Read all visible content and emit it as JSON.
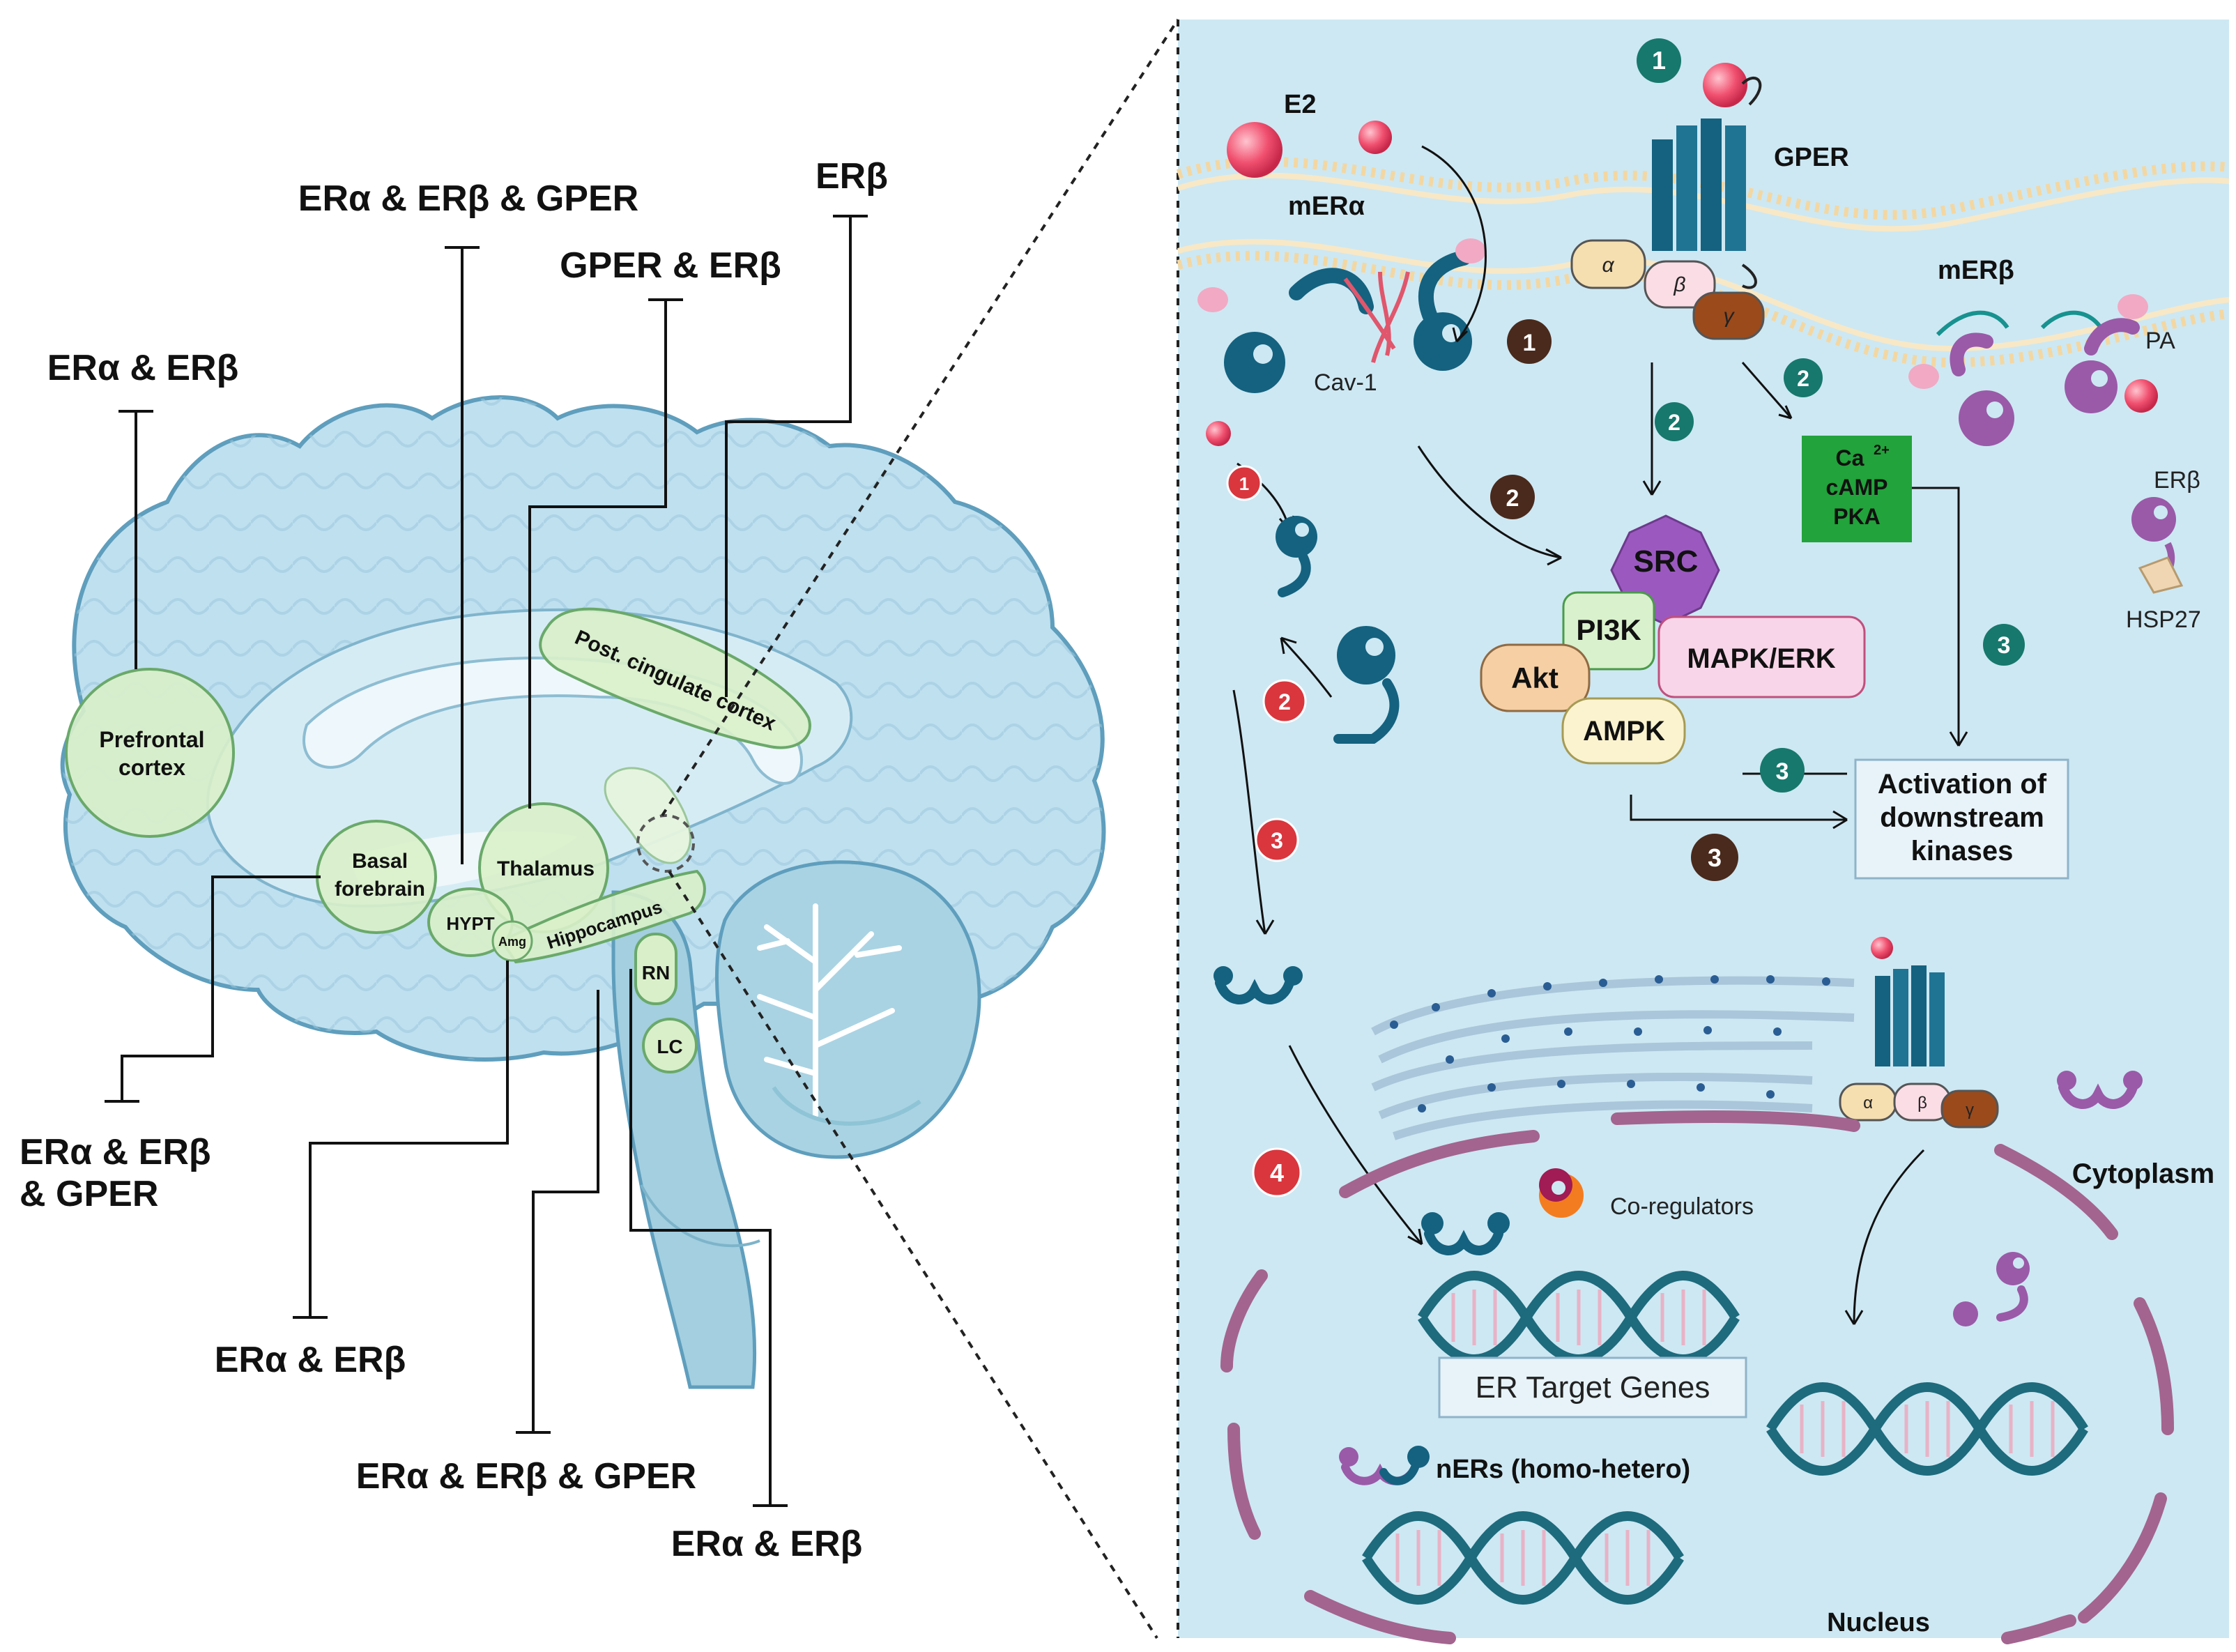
{
  "brain_labels": {
    "l1": "ERα & ERβ",
    "l2": "ERα & ERβ & GPER",
    "l3": "GPER & ERβ",
    "l4": "ERβ",
    "l5a": "ERα & ERβ",
    "l5b": "& GPER",
    "l6": "ERα & ERβ",
    "l7": "ERα & ERβ & GPER",
    "l8": "ERα & ERβ"
  },
  "regions": {
    "prefrontal_1": "Prefrontal",
    "prefrontal_2": "cortex",
    "basal_1": "Basal",
    "basal_2": "forebrain",
    "thalamus": "Thalamus",
    "hypt": "HYPT",
    "amg": "Amg",
    "hippocampus": "Hippocampus",
    "post_cingulate": "Post. cingulate cortex",
    "rn": "RN",
    "lc": "LC"
  },
  "cell": {
    "e2": "E2",
    "gper": "GPER",
    "merb": "mERβ",
    "mera": "mERα",
    "cav1": "Cav-1",
    "pa": "PA",
    "er_beta": "ERβ",
    "hsp27": "HSP27",
    "ca": "Ca",
    "ca_sup": "2+",
    "camp": "cAMP",
    "pka": "PKA",
    "src": "SRC",
    "pi3k": "PI3K",
    "akt": "Akt",
    "mapk": "MAPK/ERK",
    "ampk": "AMPK",
    "activation_1": "Activation of",
    "activation_2": "downstream",
    "activation_3": "kinases",
    "alpha": "α",
    "beta": "β",
    "gamma": "γ",
    "coregulators": "Co-regulators",
    "cytoplasm": "Cytoplasm",
    "er_target": "ER Target Genes",
    "ners": "nERs (homo-hetero)",
    "nucleus": "Nucleus"
  },
  "steps": {
    "teal_1": "1",
    "teal_2a": "2",
    "teal_2b": "2",
    "teal_3a": "3",
    "teal_3b": "3",
    "brown_1": "1",
    "brown_2": "2",
    "brown_3": "3",
    "red_1": "1",
    "red_2": "2",
    "red_3": "3",
    "red_4": "4"
  },
  "colors": {
    "brain": "#bfe0ef",
    "brain_outline": "#6aa9c6",
    "panel_bg": "#cde8f3",
    "teal_step": "#17786d",
    "brown_step": "#4a2a1c",
    "red_step": "#d9363e",
    "region_fill": "#d9efc9",
    "region_stroke": "#6aa96a",
    "src": "#9b59c0",
    "ca_box": "#22a33b",
    "receptor_blue": "#14627f",
    "receptor_purple": "#9a5aa8",
    "dna": "#1d6b7d",
    "nucleus": "#a3648f"
  }
}
